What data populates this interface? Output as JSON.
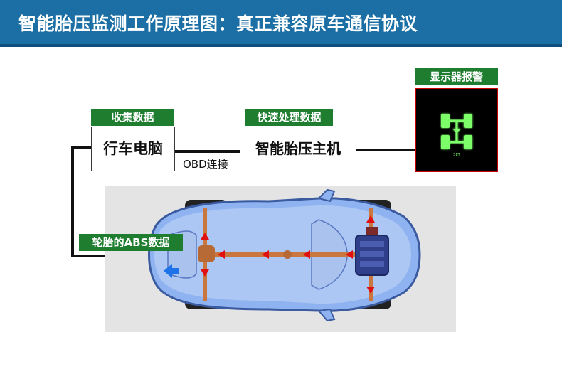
{
  "header": {
    "title": "智能胎压监测工作原理图：真正兼容原车通信协议"
  },
  "tags": {
    "collect": "收集数据",
    "process": "快速处理数据",
    "display": "显示器报警",
    "abs": "轮胎的ABS数据"
  },
  "boxes": {
    "computer": "行车电脑",
    "host": "智能胎压主机"
  },
  "connection": {
    "obd": "OBD连接"
  },
  "display_panel": {
    "label": "SET"
  },
  "colors": {
    "header_bg": "#1c6fa5",
    "tag_bg": "#1e7d2f",
    "car_body": "#8fb3f0",
    "arrow_red": "#e01010",
    "arrow_blue": "#1e73e8",
    "display_glow": "#7dff6a"
  }
}
